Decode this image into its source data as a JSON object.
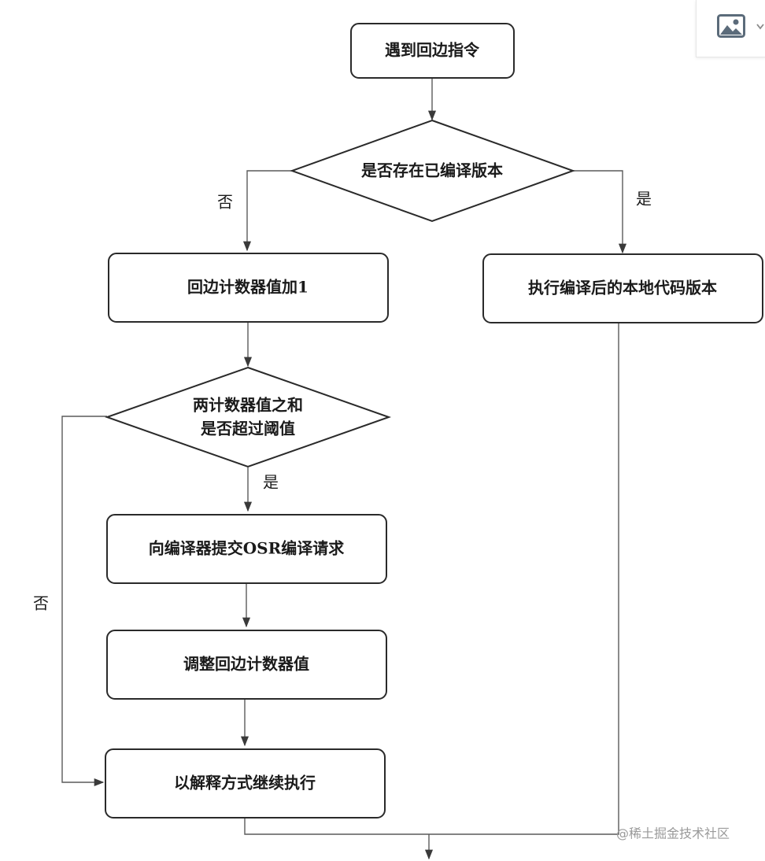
{
  "diagram": {
    "nodes": {
      "start": "遇到回边指令",
      "check_compiled": "是否存在已编译版本",
      "inc_counter": "回边计数器值加1",
      "exec_native": "执行编译后的本地代码版本",
      "threshold_line1": "两计数器值之和",
      "threshold_line2": "是否超过阈值",
      "submit_osr": "向编译器提交OSR编译请求",
      "adjust_counter": "调整回边计数器值",
      "interpret": "以解释方式继续执行"
    },
    "edge_labels": {
      "no_left": "否",
      "yes_right": "是",
      "yes_down": "是",
      "no_loop": "否"
    }
  },
  "toolbar": {
    "image_button_icon": "image-icon",
    "image_button_chevron": "chevron-down-icon"
  },
  "watermark": "@稀土掘金技术社区"
}
